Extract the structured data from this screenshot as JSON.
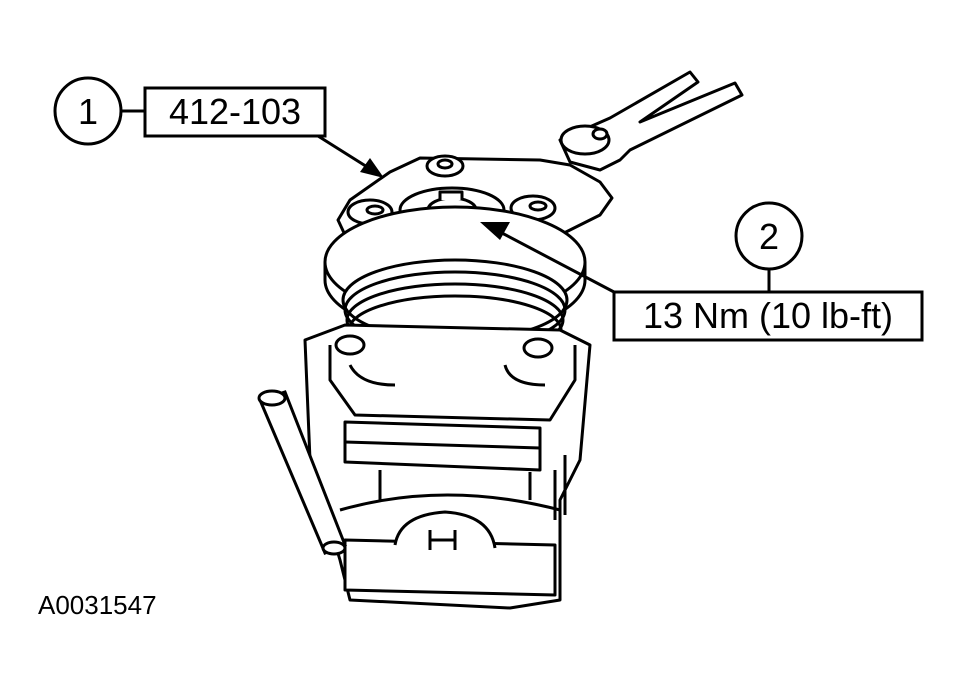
{
  "callouts": [
    {
      "number": "1",
      "text": "412-103"
    },
    {
      "number": "2",
      "text": "13 Nm (10 lb-ft)"
    }
  ],
  "figure_id": "A0031547",
  "colors": {
    "line": "#000000",
    "background": "#ffffff"
  }
}
